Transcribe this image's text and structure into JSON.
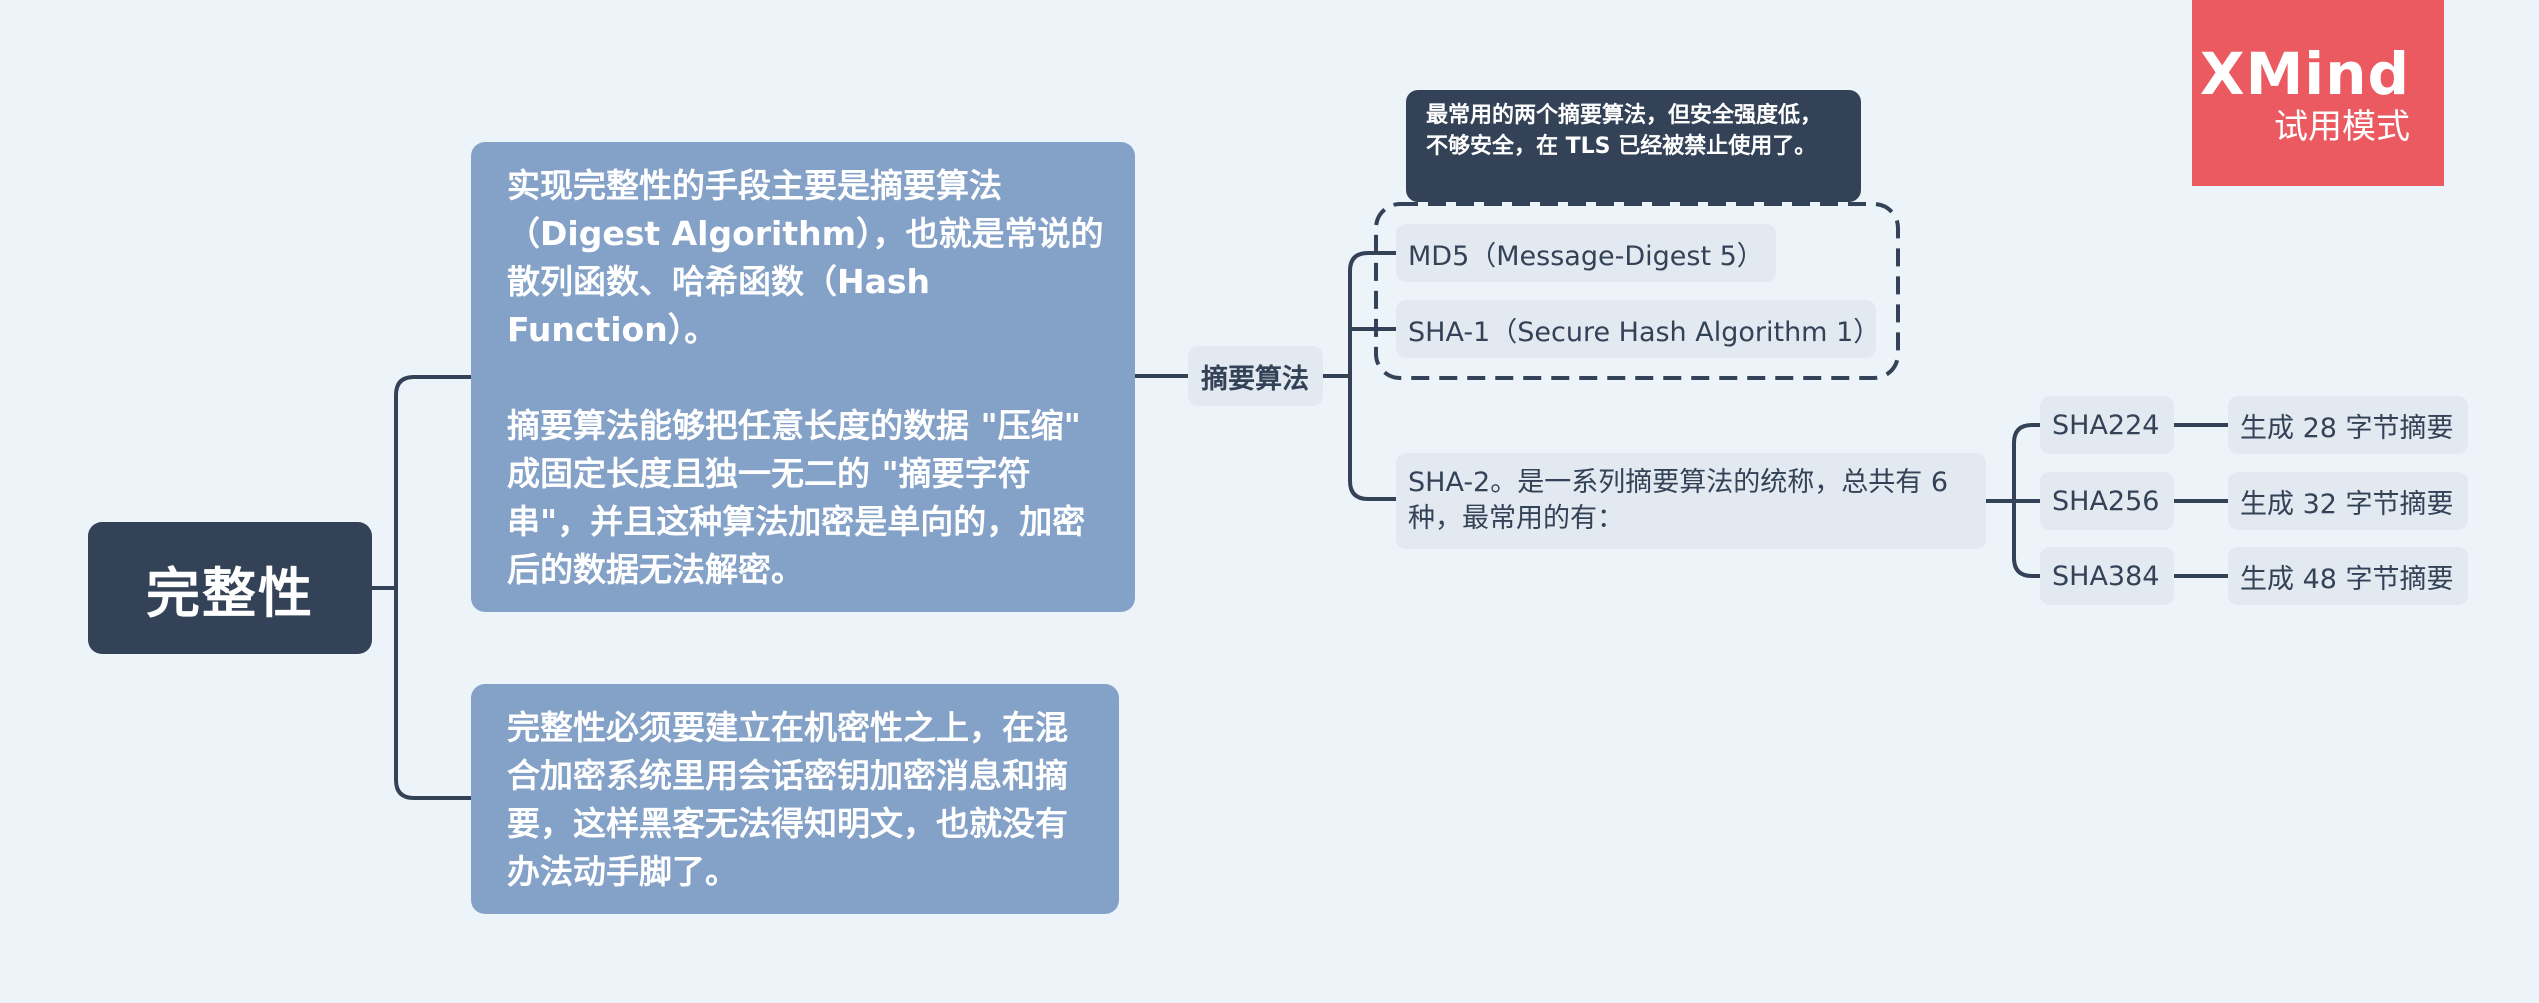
{
  "root": {
    "label": "完整性"
  },
  "branches": {
    "detail1_p1": "实现完整性的手段主要是摘要算法（Digest Algorithm），也就是常说的散列函数、哈希函数（Hash Function）。",
    "detail1_p2": "摘要算法能够把任意长度的数据 \"压缩\" 成固定长度且独一无二的 \"摘要字符串\"，并且这种算法加密是单向的，加密后的数据无法解密。",
    "detail2": "完整性必须要建立在机密性之上，在混合加密系统里用会话密钥加密消息和摘要，这样黑客无法得知明文，也就没有办法动手脚了。"
  },
  "digest": {
    "label": "摘要算法",
    "md5": "MD5（Message-Digest 5）",
    "sha1": "SHA-1（Secure Hash Algorithm 1）",
    "callout": "最常用的两个摘要算法，但安全强度低，不够安全，在 TLS 已经被禁止使用了。",
    "sha2_line1": "SHA-2。是一系列摘要算法的统称，总共有 6",
    "sha2_line2": "种，最常用的有："
  },
  "sha2_items": [
    {
      "name": "SHA224",
      "desc": "生成 28 字节摘要"
    },
    {
      "name": "SHA256",
      "desc": "生成 32 字节摘要"
    },
    {
      "name": "SHA384",
      "desc": "生成 48 字节摘要"
    }
  ],
  "watermark": {
    "brand": "XMind",
    "mode": "试用模式"
  },
  "colors": {
    "background": "#ecf3f9",
    "root": "#334256",
    "branch": "#84a1c8",
    "leaf": "#e2e9f0",
    "line": "#334256",
    "watermark": "#ea5a60"
  }
}
